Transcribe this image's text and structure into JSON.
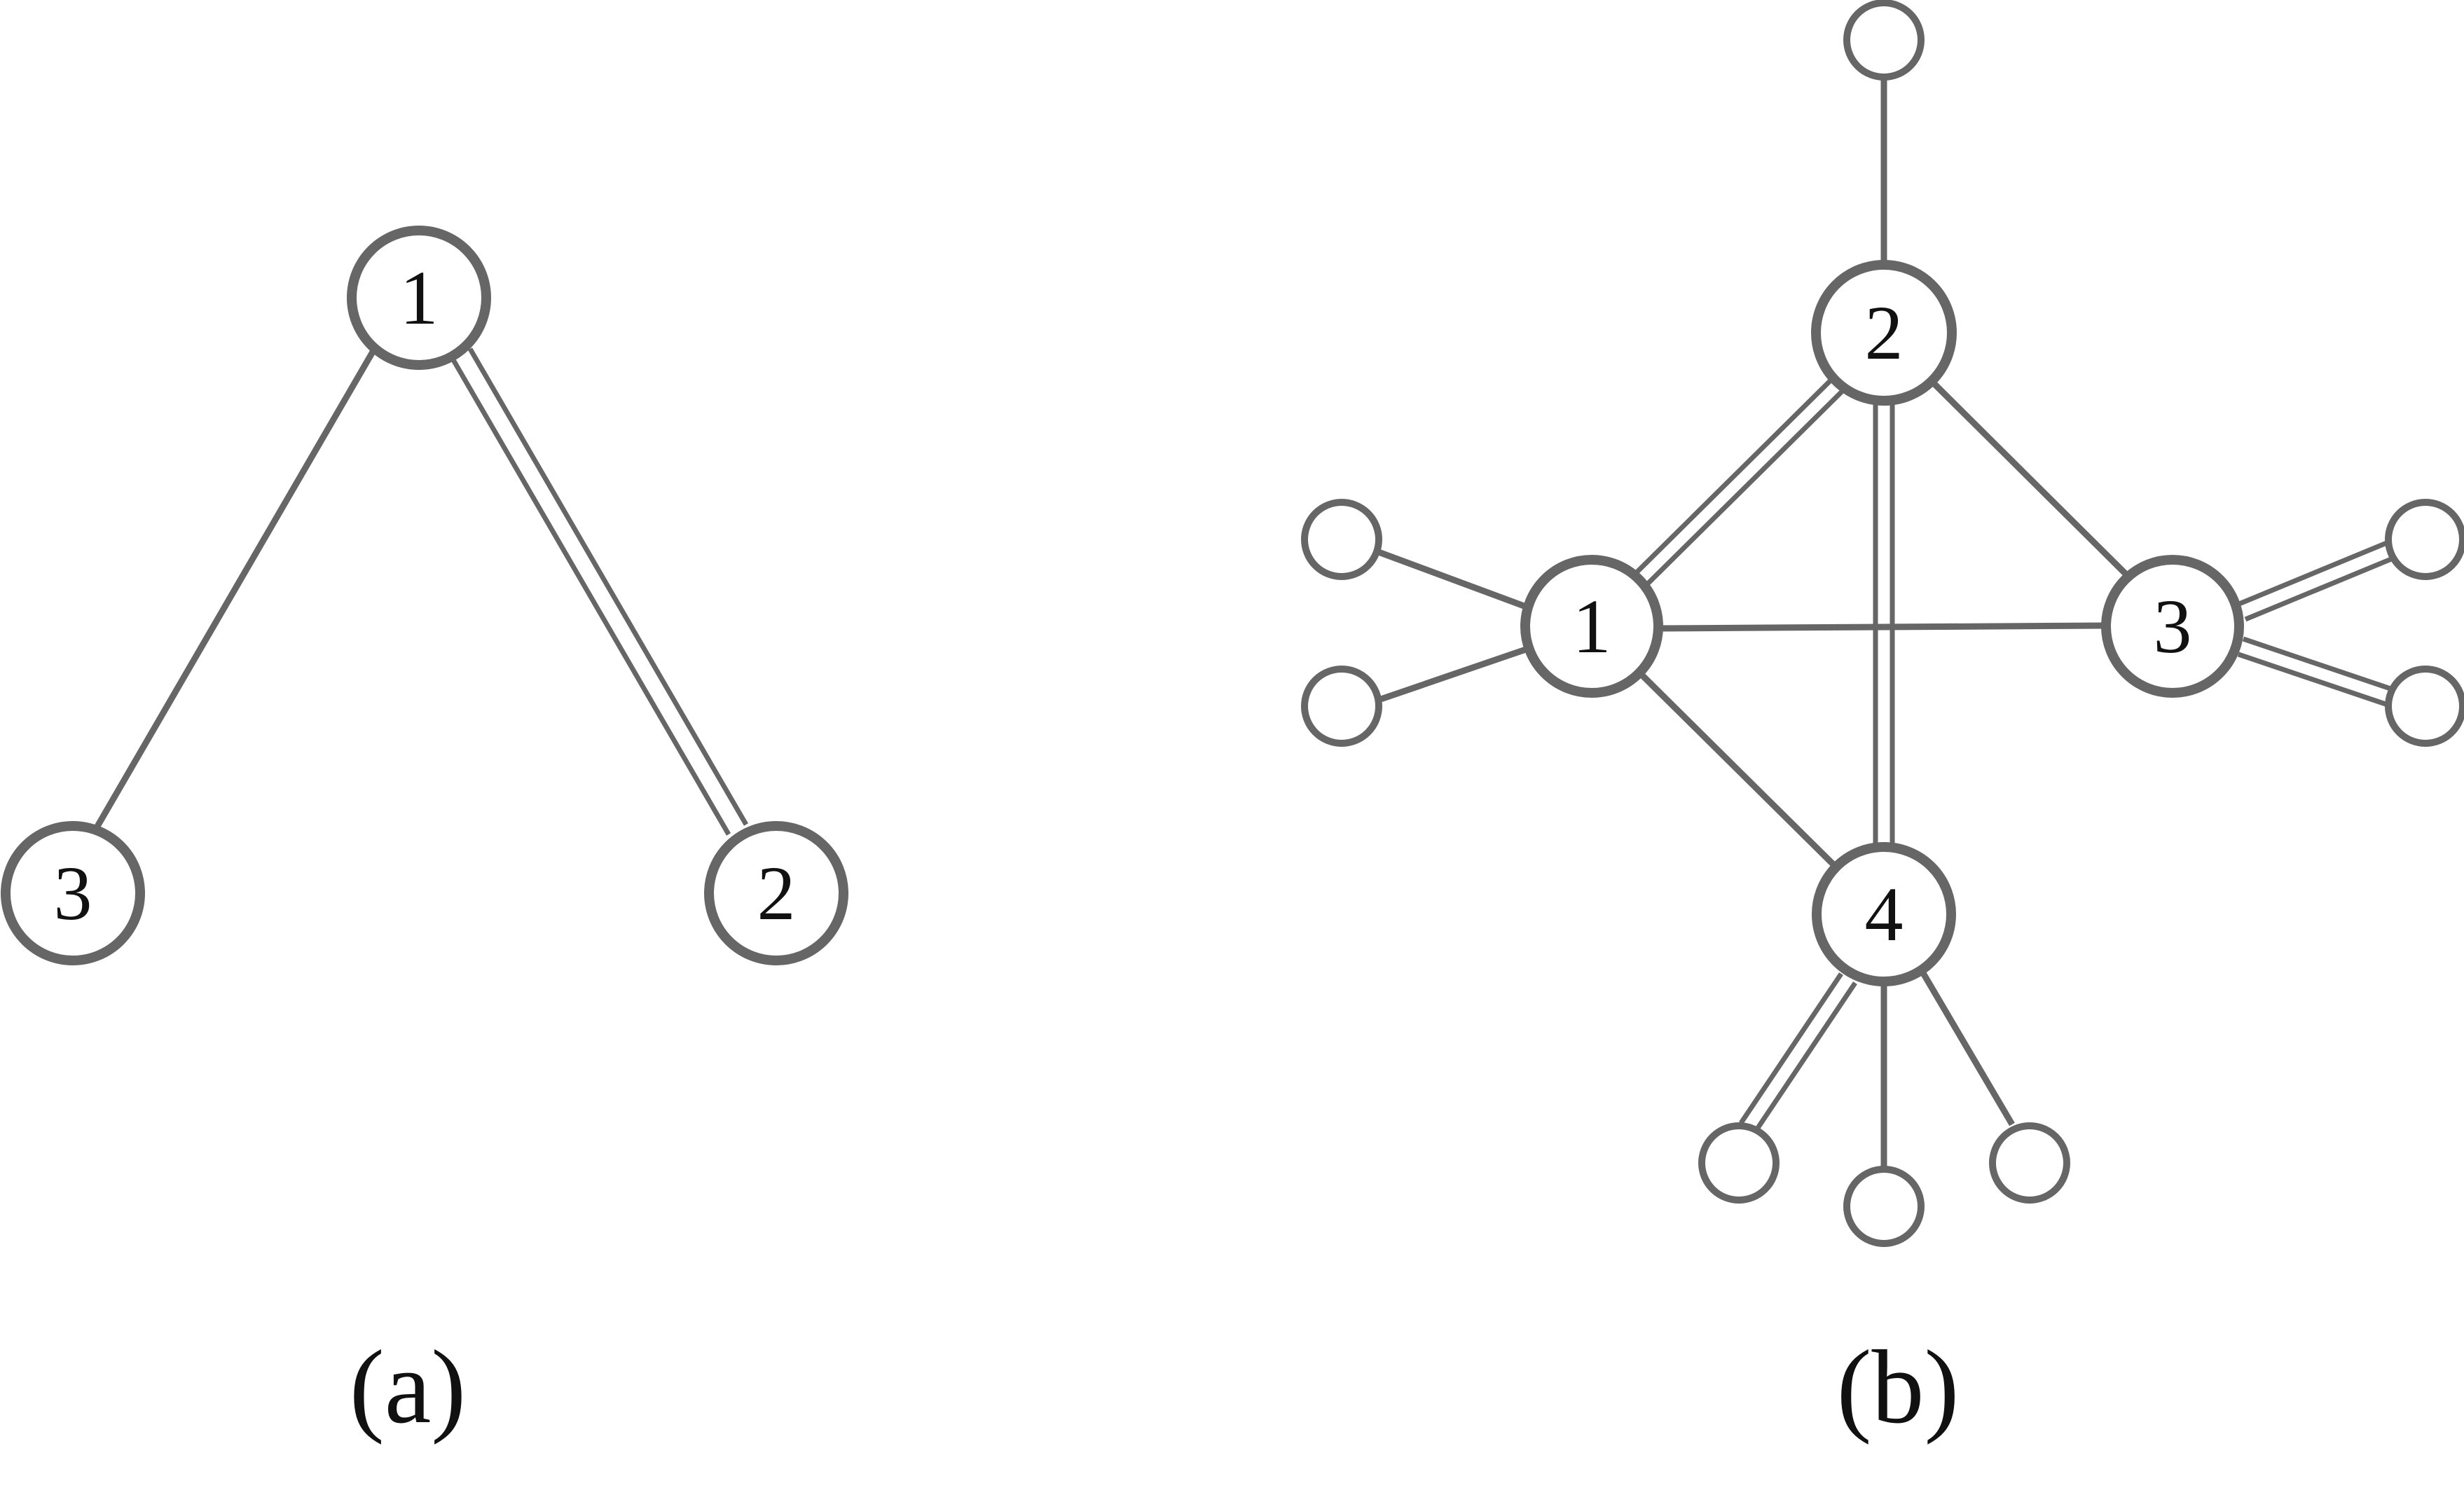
{
  "colors": {
    "stroke": "#666666",
    "node_fill": "#ffffff",
    "text": "#111111"
  },
  "panel_a": {
    "caption": "(a)",
    "nodes": [
      {
        "id": "a1",
        "label": "1"
      },
      {
        "id": "a2",
        "label": "2"
      },
      {
        "id": "a3",
        "label": "3"
      }
    ],
    "edges": [
      {
        "from": "a1",
        "to": "a3",
        "type": "single"
      },
      {
        "from": "a1",
        "to": "a2",
        "type": "double"
      }
    ]
  },
  "panel_b": {
    "caption": "(b)",
    "nodes": [
      {
        "id": "b1",
        "label": "1"
      },
      {
        "id": "b2",
        "label": "2"
      },
      {
        "id": "b3",
        "label": "3"
      },
      {
        "id": "b4",
        "label": "4"
      }
    ],
    "edges": [
      {
        "from": "b2",
        "to": "b1",
        "type": "double"
      },
      {
        "from": "b2",
        "to": "b3",
        "type": "single"
      },
      {
        "from": "b2",
        "to": "b4",
        "type": "double"
      },
      {
        "from": "b1",
        "to": "b3",
        "type": "single"
      },
      {
        "from": "b1",
        "to": "b4",
        "type": "single"
      }
    ],
    "leaf_edges": [
      {
        "parent": "b2",
        "type": "single"
      },
      {
        "parent": "b1",
        "type": "single"
      },
      {
        "parent": "b1",
        "type": "single"
      },
      {
        "parent": "b3",
        "type": "double"
      },
      {
        "parent": "b3",
        "type": "double"
      },
      {
        "parent": "b4",
        "type": "double"
      },
      {
        "parent": "b4",
        "type": "single"
      },
      {
        "parent": "b4",
        "type": "single"
      }
    ]
  }
}
